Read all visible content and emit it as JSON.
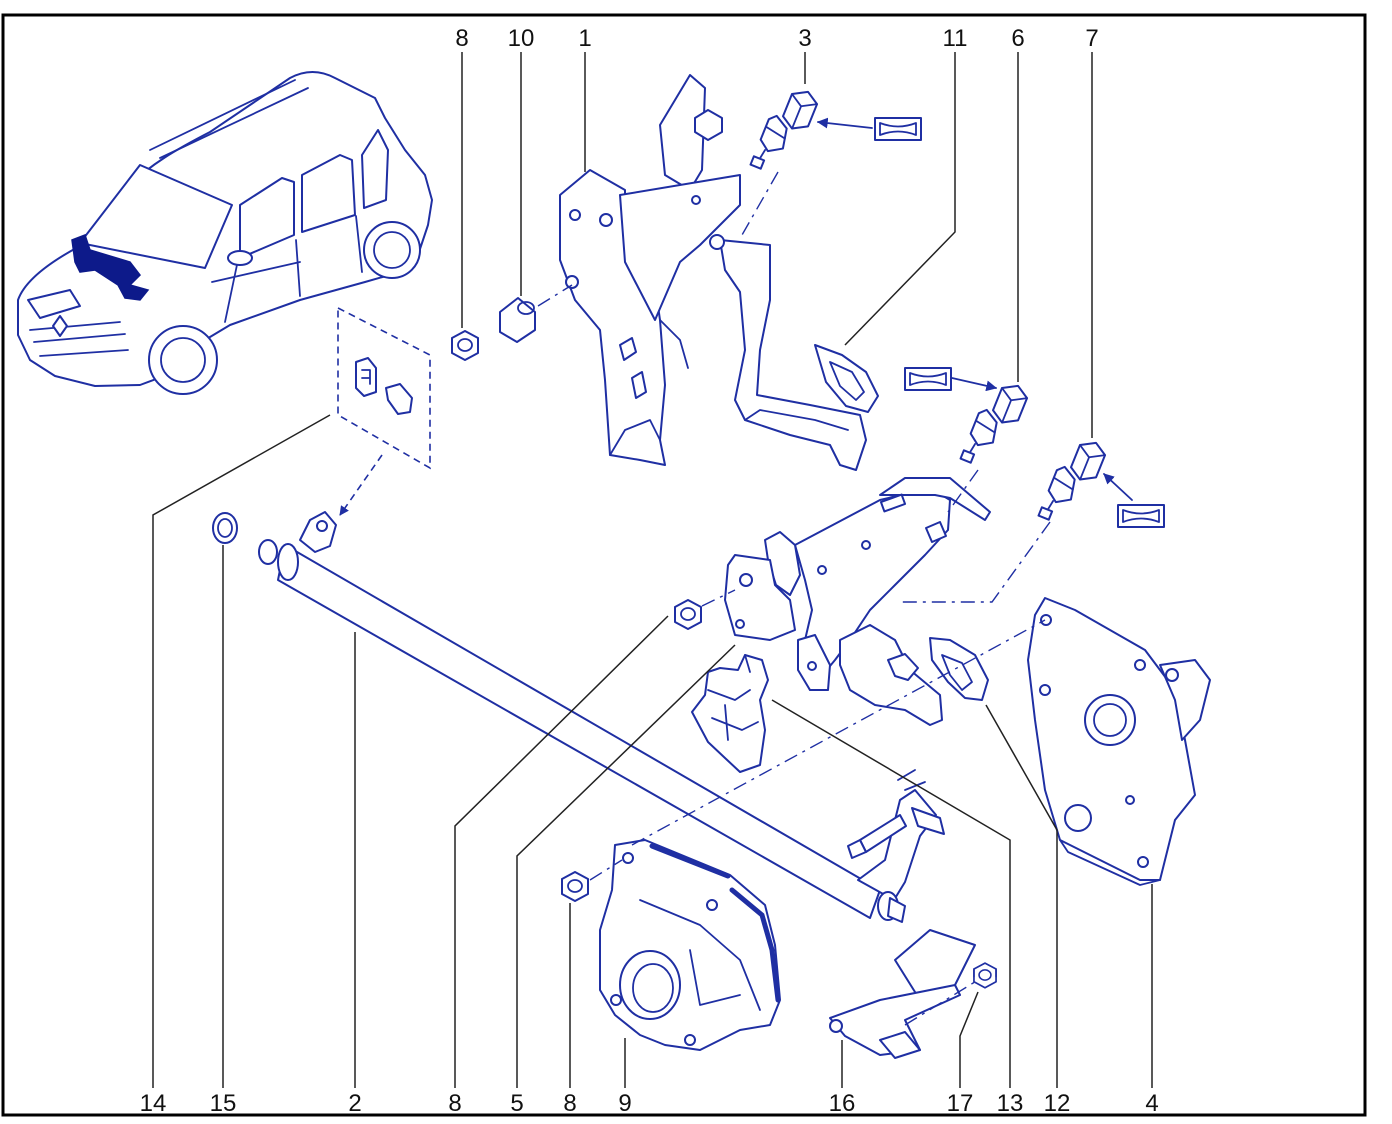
{
  "callouts": {
    "top": [
      "8",
      "10",
      "1",
      "3",
      "11",
      "6",
      "7"
    ],
    "bottom": [
      "14",
      "15",
      "2",
      "8",
      "5",
      "8",
      "9",
      "16",
      "17",
      "13",
      "12",
      "4"
    ]
  },
  "colors": {
    "line": "#1f2fa3",
    "marker": "#0d1a8a",
    "label": "#111111",
    "frame": "#000000",
    "leader": "#222222"
  }
}
